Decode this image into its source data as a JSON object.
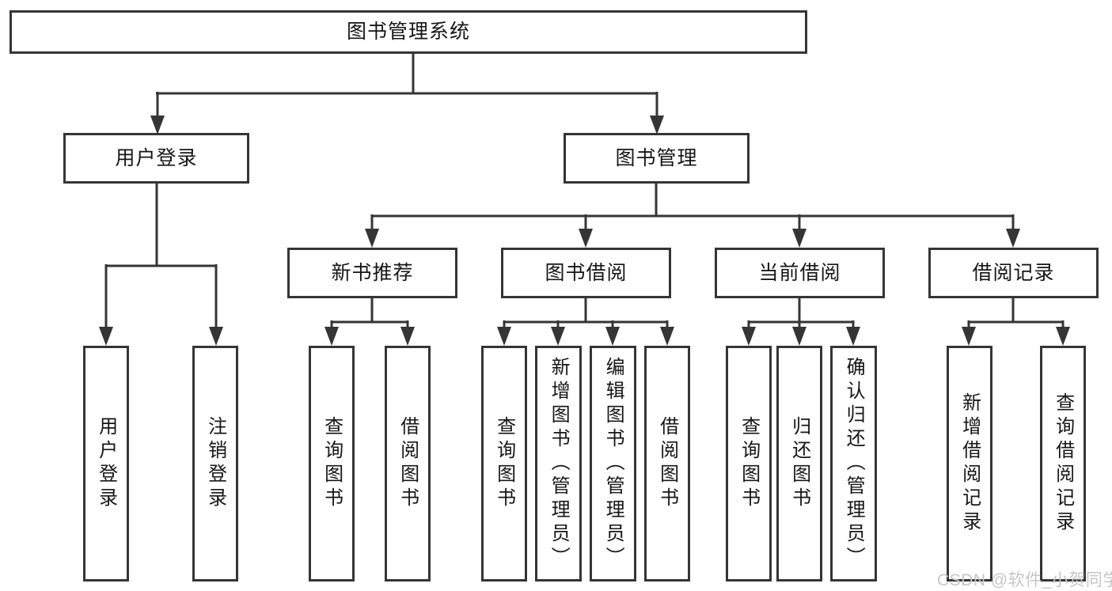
{
  "diagram": {
    "root": "图书管理系统",
    "level2": [
      "用户登录",
      "图书管理"
    ],
    "level3": [
      "新书推荐",
      "图书借阅",
      "当前借阅",
      "借阅记录"
    ],
    "leaves_user_login": [
      "用户登录",
      "注销登录"
    ],
    "leaves_new_books": [
      "查询图书",
      "借阅图书"
    ],
    "leaves_book_borrow": [
      "查询图书",
      "新增图书（管理员）",
      "编辑图书（管理员）",
      "借阅图书"
    ],
    "leaves_current_borrow": [
      "查询图书",
      "归还图书",
      "确认归还（管理员）"
    ],
    "leaves_borrow_records": [
      "新增借阅记录",
      "查询借阅记录"
    ]
  },
  "watermark": "CSDN @软件_小贺同学",
  "colors": {
    "line": "#353535",
    "text": "#161616",
    "watermark": "#c6c6c6",
    "background": "#ffffff"
  }
}
